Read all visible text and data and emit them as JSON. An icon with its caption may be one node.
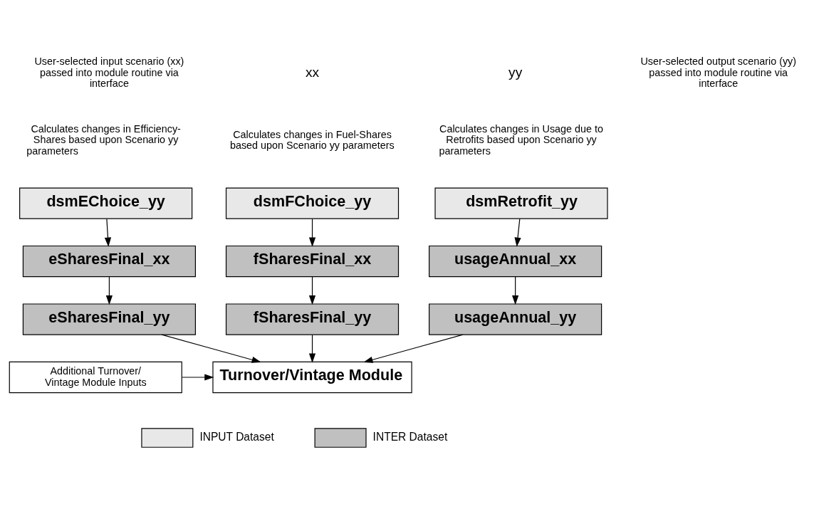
{
  "diagram": {
    "nodes": [
      {
        "text": [
          "dsmEChoice_yy"
        ],
        "beside": [
          "Calculates changes in Efficiency-Shares based upon Scenario yy parameters"
        ]
      },
      {
        "text": [
          "dsmFChoice_yy"
        ],
        "beside": [
          "Calculates changes in Fuel-Shares based upon Scenario yy parameters"
        ]
      },
      {
        "text": [
          "dsmRetrofit_yy"
        ],
        "beside": [
          "Calculates changes in Usage due to Retrofits based upon Scenario yy parameters"
        ]
      },
      {
        "text": [
          "eSharesFinal_xx"
        ]
      },
      {
        "text": [
          "fSharesFinal_xx"
        ]
      },
      {
        "text": [
          "usageAnnual_xx"
        ]
      },
      {
        "text": [
          "eSharesFinal_yy"
        ]
      },
      {
        "text": [
          "fSharesFinal_yy"
        ]
      },
      {
        "text": [
          "usageAnnual_yy"
        ]
      },
      {
        "text": [
          "Turnover/Vintage Module"
        ]
      },
      {
        "text": [
          "Additional Turnover/ Vintage Module Inputs"
        ]
      }
    ],
    "edges": [
      {
        "from": 0,
        "to": 3,
        "arrow": "to"
      },
      {
        "from": 1,
        "to": 4,
        "arrow": "to"
      },
      {
        "from": 2,
        "to": 5,
        "arrow": "to"
      },
      {
        "from": 3,
        "to": 6,
        "arrow": "to"
      },
      {
        "from": 4,
        "to": 7,
        "arrow": "to"
      },
      {
        "from": 5,
        "to": 8,
        "arrow": "to"
      },
      {
        "from": 6,
        "to": 9,
        "arrow": "to"
      },
      {
        "from": 7,
        "to": 9,
        "arrow": "to"
      },
      {
        "from": 8,
        "to": 9,
        "arrow": "to"
      },
      {
        "from": 10,
        "to": 9,
        "arrow": "to"
      }
    ],
    "labels": [
      "User-selected input scenario (xx) passed into module routine via interface",
      "xx",
      "yy",
      "User-selected output scenario (yy) passed into module routine via interface"
    ],
    "legend": [
      {
        "text": "INPUT Dataset",
        "color": "#e8e8e8"
      },
      {
        "text": "INTER Dataset",
        "color": "#c0c0c0"
      }
    ]
  }
}
